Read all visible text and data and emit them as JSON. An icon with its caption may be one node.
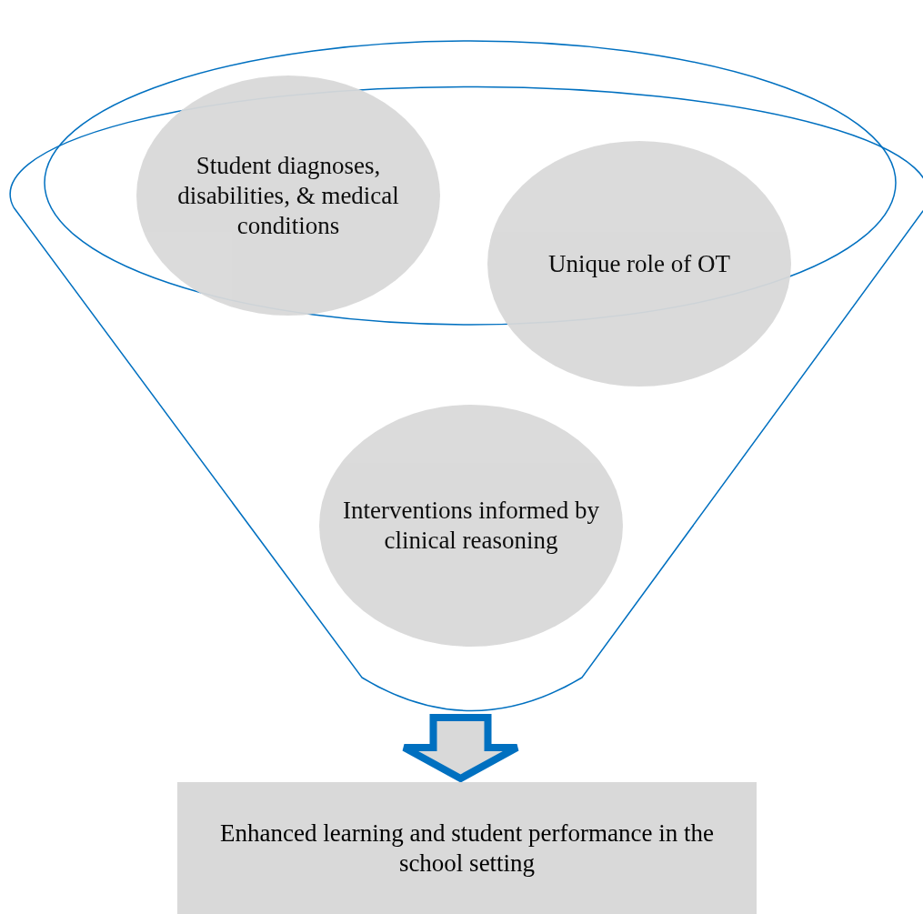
{
  "diagram": {
    "nodes": [
      {
        "text": [],
        "shape": "funnel"
      },
      {
        "text": [
          "Student diagnoses, disabilities, & medical conditions"
        ],
        "in": 0
      },
      {
        "text": [
          "Unique role of OT"
        ],
        "in": 0
      },
      {
        "text": [
          "Interventions informed by clinical reasoning"
        ],
        "in": 0
      },
      {
        "text": [
          "Enhanced learning and student performance in the school setting"
        ]
      }
    ],
    "edges": [
      {
        "from": 0,
        "to": 4,
        "arrow": "to",
        "style": "thick"
      }
    ]
  }
}
